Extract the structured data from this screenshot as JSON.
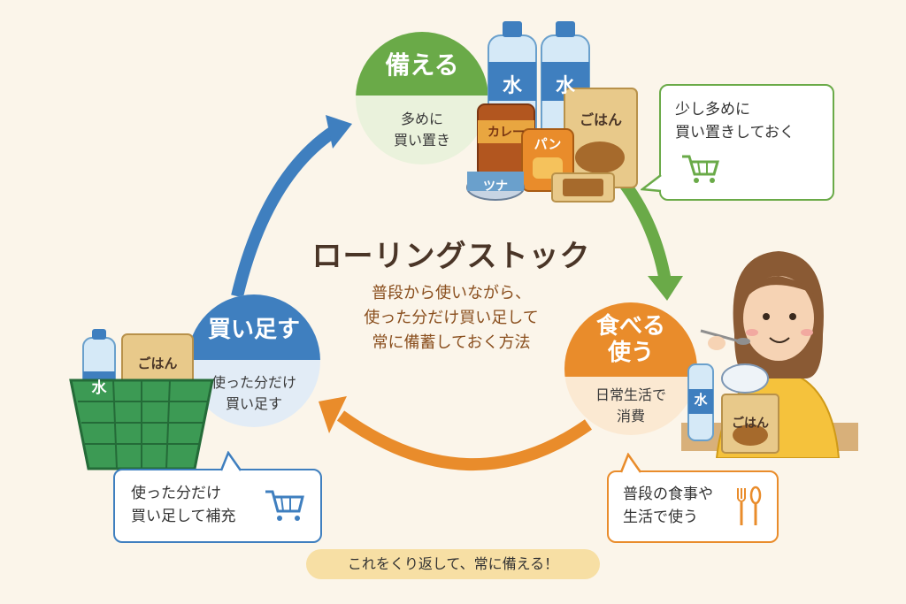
{
  "title": "ローリングストック",
  "description": [
    "普段から使いながら、",
    "使った分だけ買い足して",
    "常に備蓄しておく方法"
  ],
  "colors": {
    "green": "#6aaa48",
    "orange": "#e98c2b",
    "blue": "#3f7fbf",
    "cream": "#fbf5ea"
  },
  "steps": {
    "prepare": {
      "title": "備える",
      "desc": [
        "多めに",
        "買い置き"
      ]
    },
    "eat": {
      "title": [
        "食べる",
        "使う"
      ],
      "desc": [
        "日常生活で",
        "消費"
      ]
    },
    "buy": {
      "title": "買い足す",
      "desc": [
        "使った分だけ",
        "買い足す"
      ]
    }
  },
  "bubbles": {
    "prepare": {
      "lines": [
        "少し多めに",
        "買い置きしておく"
      ],
      "icon": "shopping-cart-icon"
    },
    "eat": {
      "lines": [
        "普段の食事や",
        "生活で使う"
      ],
      "icon": "fork-spoon-icon"
    },
    "buy": {
      "lines": [
        "使った分だけ",
        "買い足して補充"
      ],
      "icon": "shopping-cart-icon"
    }
  },
  "labels": {
    "water": "水",
    "curry": "カレー",
    "bread": "パン",
    "tuna": "ツナ",
    "rice": "ごはん"
  },
  "footer": "これをくり返して、常に備える！"
}
